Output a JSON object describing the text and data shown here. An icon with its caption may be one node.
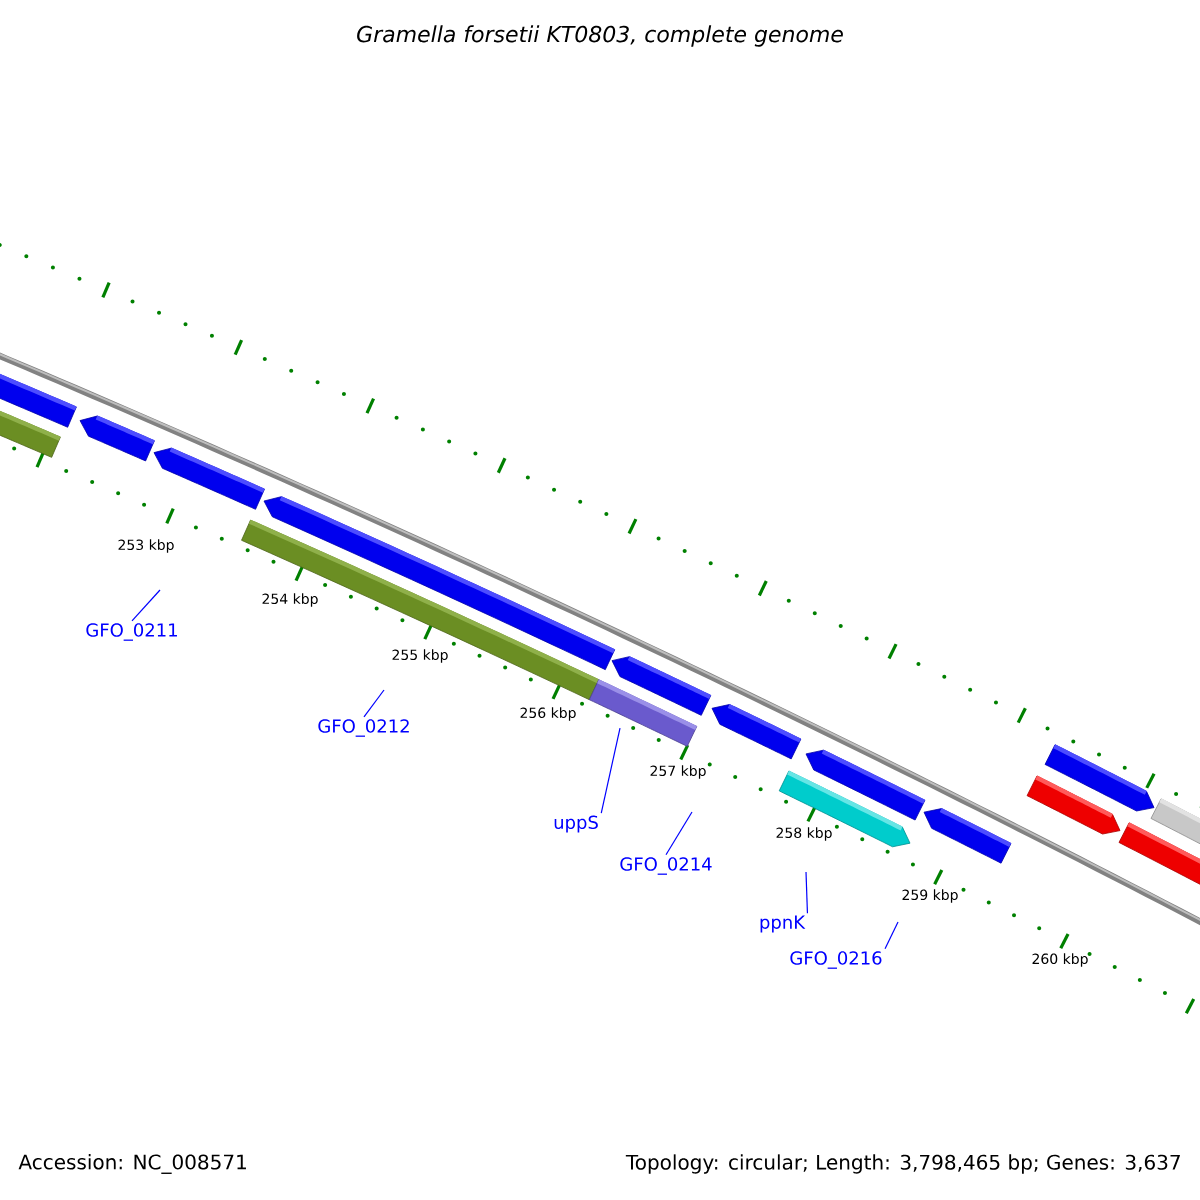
{
  "diagram": {
    "title": "Gramella forsetii KT0803, complete genome",
    "nodes": [
      {
        "text": [
          "GFO_0211"
        ]
      },
      {
        "text": [
          "GFO_0212"
        ]
      },
      {
        "text": [
          "uppS"
        ]
      },
      {
        "text": [
          "GFO_0214"
        ]
      },
      {
        "text": [
          "ppnK"
        ]
      },
      {
        "text": [
          "GFO_0216"
        ]
      }
    ],
    "edges": [
      {
        "from": 0,
        "to": null,
        "arrow": "none"
      },
      {
        "from": 1,
        "to": null,
        "arrow": "none"
      },
      {
        "from": 2,
        "to": null,
        "arrow": "none"
      },
      {
        "from": 3,
        "to": null,
        "arrow": "none"
      },
      {
        "from": 4,
        "to": null,
        "arrow": "none"
      },
      {
        "from": 5,
        "to": null,
        "arrow": "none"
      }
    ],
    "labels": [
      "253 kbp",
      "254 kbp",
      "255 kbp",
      "256 kbp",
      "257 kbp",
      "258 kbp",
      "259 kbp",
      "260 kbp",
      "Accession: NC_008571",
      "Topology: circular; Length: 3,798,465 bp; Genes: 3,637"
    ]
  }
}
